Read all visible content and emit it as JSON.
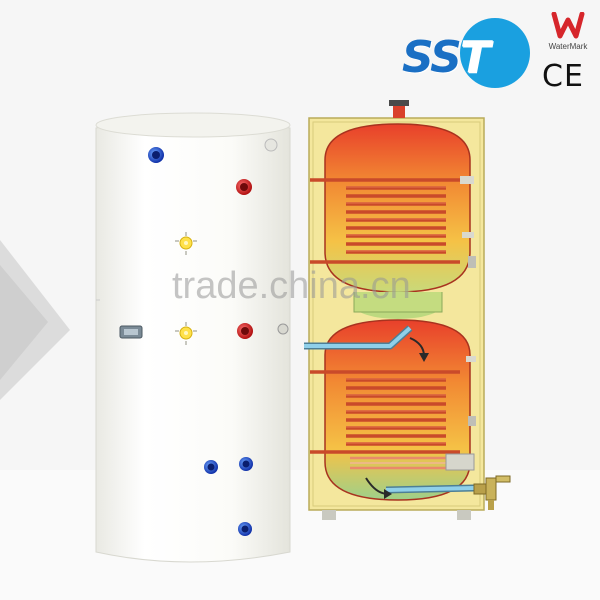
{
  "logos": {
    "brand": "SST",
    "brand_main": "SS",
    "brand_last": "T",
    "watermark_logo_text": "WaterMark",
    "ce_mark": "CE"
  },
  "overlay": {
    "watermark_text": "trade.china.cn"
  },
  "colors": {
    "tank_body": "#fbfbf9",
    "jacket": "#f4e79d",
    "hot": "#e8402b",
    "warm": "#f5b53a",
    "cool": "#9ed08a",
    "coil": "#c94a2a",
    "brand_blue": "#1aa0e0",
    "cold_pipe": "#8fd0ea"
  },
  "icons": [
    "sst-logo",
    "watermark-logo",
    "ce-mark",
    "flow-arrow-icon"
  ]
}
